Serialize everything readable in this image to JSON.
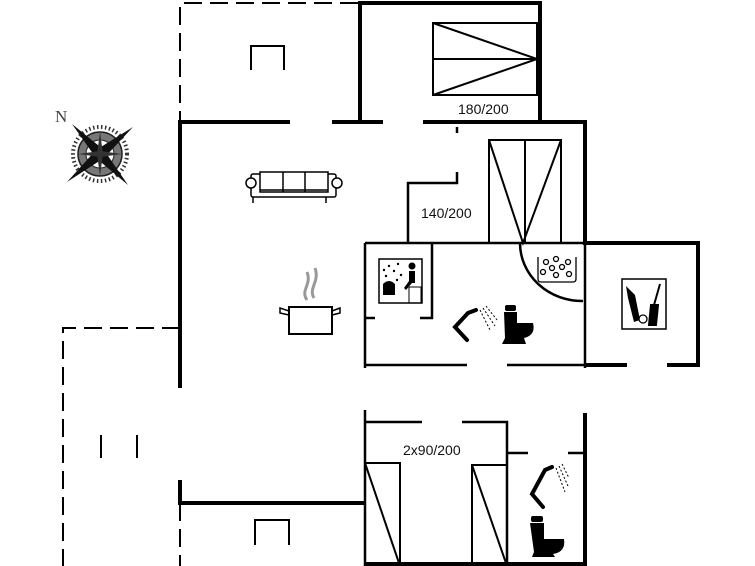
{
  "compass": {
    "north_label": "N"
  },
  "rooms": {
    "bedroom_top_label": "180/200",
    "bedroom_middle_label": "140/200",
    "bedroom_bottom_label": "2x90/200"
  },
  "colors": {
    "wall": "#000000",
    "background": "#ffffff",
    "steam": "#999999"
  }
}
